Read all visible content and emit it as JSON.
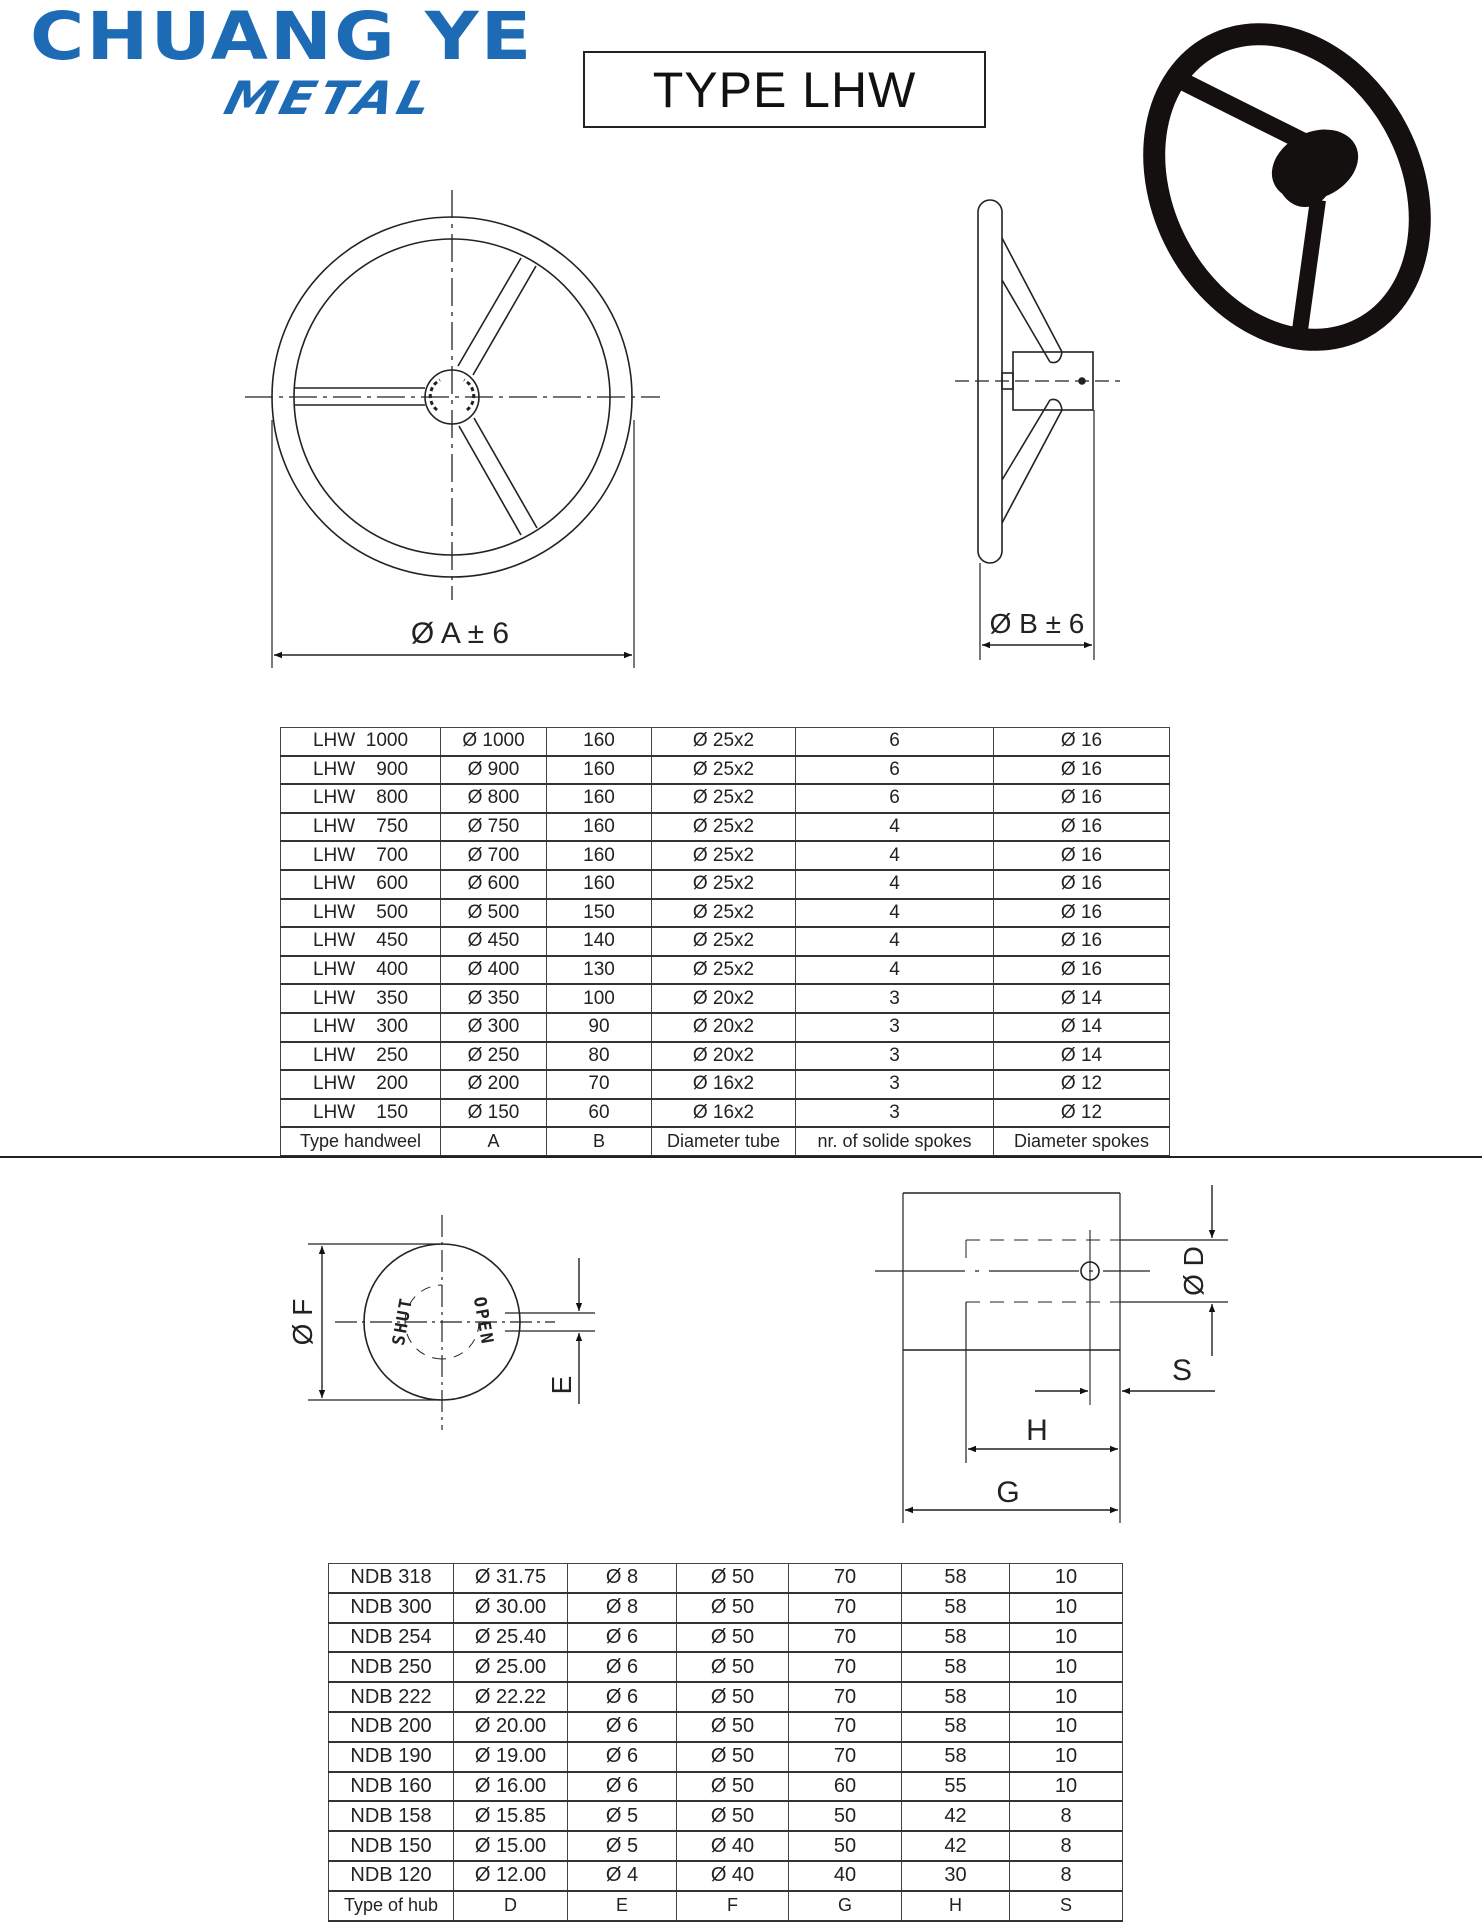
{
  "logo": {
    "line1": "CHUANG YE",
    "line2": "METAL",
    "color": "#1d6bb5"
  },
  "title": "TYPE LHW",
  "drawing_labels": {
    "dim_a": "Ø A ± 6",
    "dim_b": "Ø B ± 6",
    "dim_f": "Ø F",
    "dim_e": "E",
    "dim_d": "Ø D",
    "dim_s": "S",
    "dim_h": "H",
    "dim_g": "G",
    "hub_text_left": "SHUT",
    "hub_text_right": "OPEN"
  },
  "handwheel_table": {
    "headers": [
      "Type handweel",
      "A",
      "B",
      "Diameter tube",
      "nr. of solide spokes",
      "Diameter spokes"
    ],
    "rows": [
      [
        "LHW  1000",
        "Ø 1000",
        "160",
        "Ø 25x2",
        "6",
        "Ø 16"
      ],
      [
        "LHW    900",
        "Ø   900",
        "160",
        "Ø 25x2",
        "6",
        "Ø 16"
      ],
      [
        "LHW    800",
        "Ø   800",
        "160",
        "Ø 25x2",
        "6",
        "Ø 16"
      ],
      [
        "LHW    750",
        "Ø   750",
        "160",
        "Ø 25x2",
        "4",
        "Ø 16"
      ],
      [
        "LHW    700",
        "Ø   700",
        "160",
        "Ø 25x2",
        "4",
        "Ø 16"
      ],
      [
        "LHW    600",
        "Ø   600",
        "160",
        "Ø 25x2",
        "4",
        "Ø 16"
      ],
      [
        "LHW    500",
        "Ø   500",
        "150",
        "Ø 25x2",
        "4",
        "Ø 16"
      ],
      [
        "LHW    450",
        "Ø   450",
        "140",
        "Ø 25x2",
        "4",
        "Ø 16"
      ],
      [
        "LHW    400",
        "Ø   400",
        "130",
        "Ø 25x2",
        "4",
        "Ø 16"
      ],
      [
        "LHW    350",
        "Ø   350",
        "100",
        "Ø 20x2",
        "3",
        "Ø 14"
      ],
      [
        "LHW    300",
        "Ø   300",
        "90",
        "Ø 20x2",
        "3",
        "Ø 14"
      ],
      [
        "LHW    250",
        "Ø   250",
        "80",
        "Ø 20x2",
        "3",
        "Ø 14"
      ],
      [
        "LHW    200",
        "Ø   200",
        "70",
        "Ø 16x2",
        "3",
        "Ø 12"
      ],
      [
        "LHW    150",
        "Ø   150",
        "60",
        "Ø 16x2",
        "3",
        "Ø 12"
      ]
    ]
  },
  "hub_table": {
    "headers": [
      "Type of hub",
      "D",
      "E",
      "F",
      "G",
      "H",
      "S"
    ],
    "rows": [
      [
        "NDB 318",
        "Ø 31.75",
        "Ø 8",
        "Ø 50",
        "70",
        "58",
        "10"
      ],
      [
        "NDB 300",
        "Ø 30.00",
        "Ø 8",
        "Ø 50",
        "70",
        "58",
        "10"
      ],
      [
        "NDB 254",
        "Ø 25.40",
        "Ø 6",
        "Ø 50",
        "70",
        "58",
        "10"
      ],
      [
        "NDB 250",
        "Ø 25.00",
        "Ø 6",
        "Ø 50",
        "70",
        "58",
        "10"
      ],
      [
        "NDB 222",
        "Ø 22.22",
        "Ø 6",
        "Ø 50",
        "70",
        "58",
        "10"
      ],
      [
        "NDB 200",
        "Ø 20.00",
        "Ø 6",
        "Ø 50",
        "70",
        "58",
        "10"
      ],
      [
        "NDB 190",
        "Ø 19.00",
        "Ø 6",
        "Ø 50",
        "70",
        "58",
        "10"
      ],
      [
        "NDB 160",
        "Ø 16.00",
        "Ø 6",
        "Ø 50",
        "60",
        "55",
        "10"
      ],
      [
        "NDB 158",
        "Ø 15.85",
        "Ø 5",
        "Ø 50",
        "50",
        "42",
        "8"
      ],
      [
        "NDB 150",
        "Ø 15.00",
        "Ø 5",
        "Ø 40",
        "50",
        "42",
        "8"
      ],
      [
        "NDB 120",
        "Ø 12.00",
        "Ø 4",
        "Ø 40",
        "40",
        "30",
        "8"
      ]
    ]
  }
}
